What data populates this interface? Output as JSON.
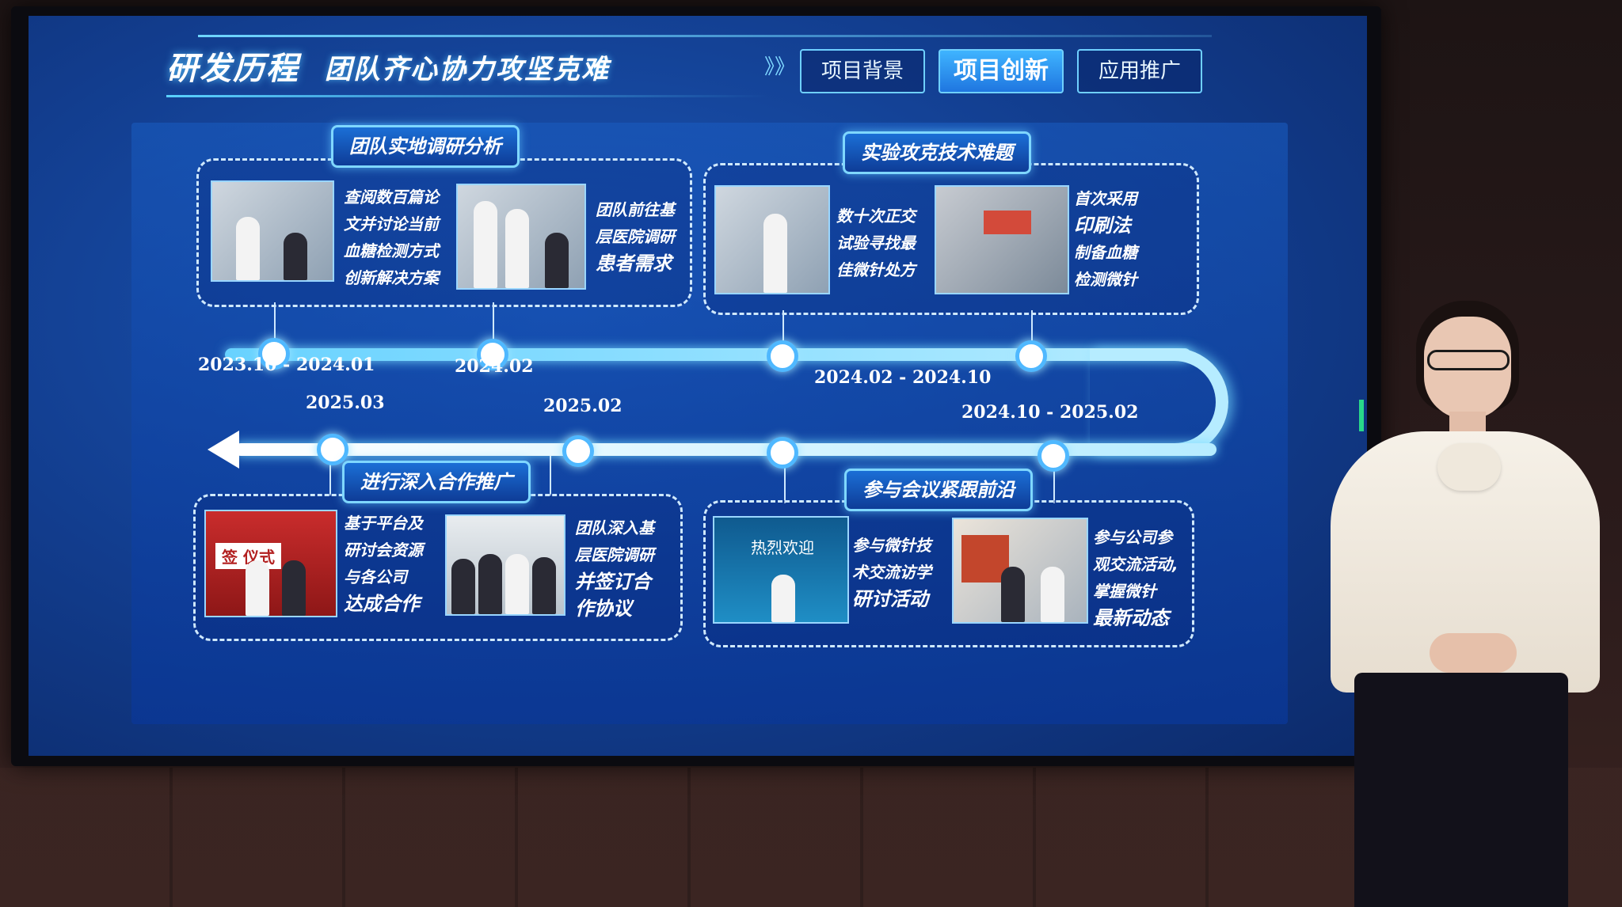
{
  "slide": {
    "title": "研发历程",
    "subtitle": "团队齐心协力攻坚克难",
    "chevrons": "》》",
    "tabs": [
      {
        "label": "项目背景",
        "active": false
      },
      {
        "label": "项目创新",
        "active": true
      },
      {
        "label": "应用推广",
        "active": false
      }
    ]
  },
  "panels": {
    "research": {
      "label": "团队实地调研分析",
      "text1": [
        "查阅数百篇论",
        "文并讨论当前",
        "血糖检测方式",
        "创新解决方案"
      ],
      "text2": [
        "团队前往基",
        "层医院调研",
        "患者需求"
      ]
    },
    "experiment": {
      "label": "实验攻克技术难题",
      "text1": [
        "数十次正交",
        "试验寻找最",
        "佳微针处方"
      ],
      "text2": [
        "首次采用",
        "印刷法",
        "制备血糖",
        "检测微针"
      ]
    },
    "cooperation": {
      "label": "进行深入合作推广",
      "text1": [
        "基于平台及",
        "研讨会资源",
        "与各公司",
        "达成合作"
      ],
      "text2": [
        "团队深入基",
        "层医院调研",
        "并签订合",
        "作协议"
      ]
    },
    "conference": {
      "label": "参与会议紧跟前沿",
      "text1": [
        "参与微针技",
        "术交流访学",
        "研讨活动"
      ],
      "text2": [
        "参与公司参",
        "观交流活动,",
        "掌握微针",
        "最新动态"
      ]
    }
  },
  "photos": {
    "welcome_banner": "热烈欢迎",
    "signing_banner": "签 仪式"
  },
  "timeline": {
    "dates": [
      "2023.10 - 2024.01",
      "2024.02",
      "2024.02 - 2024.10",
      "2024.10 - 2025.02",
      "2025.02",
      "2025.03"
    ]
  },
  "colors": {
    "accent": "#5ad1ff",
    "panel_border": "#cfe9ff",
    "screen_bg": "#123d8e"
  }
}
